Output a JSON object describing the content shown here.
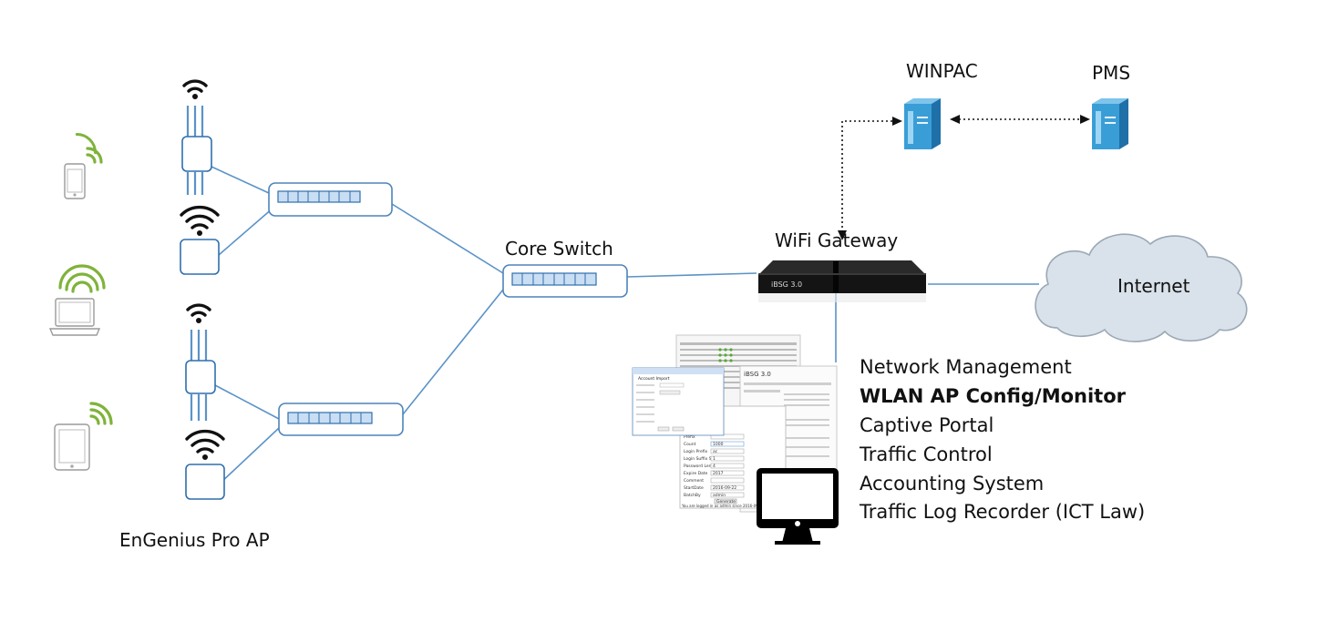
{
  "labels": {
    "winpac": "WINPAC",
    "pms": "PMS",
    "core_switch": "Core Switch",
    "wifi_gateway": "WiFi Gateway",
    "internet": "Internet",
    "engenius": "EnGenius Pro AP",
    "device_brand": "iBSG 3.0"
  },
  "features": [
    {
      "text": "Network Management",
      "bold": false
    },
    {
      "text": "WLAN AP Config/Monitor",
      "bold": true
    },
    {
      "text": "Captive Portal",
      "bold": false
    },
    {
      "text": "Traffic Control",
      "bold": false
    },
    {
      "text": "Accounting System",
      "bold": false
    },
    {
      "text": "Traffic Log Recorder (ICT Law)",
      "bold": false
    }
  ],
  "screenshot": {
    "window_title": "Account Import",
    "footer": "You are logged in as admin since 2016-09-22",
    "fields": [
      {
        "label": "Prefix",
        "value": ""
      },
      {
        "label": "Count",
        "value": "1000"
      },
      {
        "label": "Login Prefix",
        "value": "ac"
      },
      {
        "label": "Login Suffix Start",
        "value": "1"
      },
      {
        "label": "Password Length",
        "value": "4"
      },
      {
        "label": "Expire Date",
        "value": "2017"
      },
      {
        "label": "Comment",
        "value": ""
      },
      {
        "label": "StartDate",
        "value": "2016-09-22"
      },
      {
        "label": "BatchBy",
        "value": "admin"
      }
    ],
    "button": "Generate"
  },
  "colors": {
    "link": "#5b93c7",
    "signal_green": "#7fb33a",
    "server_blue": "#3a9ed6",
    "cloud": "#d9e2ea"
  }
}
